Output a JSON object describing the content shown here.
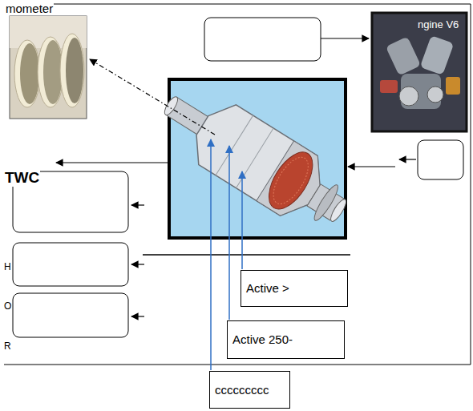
{
  "diagram": {
    "nodes": [
      {
        "text": [
          "Active >"
        ]
      },
      {
        "text": [
          "Active 250-"
        ]
      },
      {
        "text": [
          "ccccccccc"
        ]
      }
    ],
    "labels": [
      "mometer",
      "ngine V6",
      "TWC",
      "H",
      "O",
      "R"
    ]
  }
}
